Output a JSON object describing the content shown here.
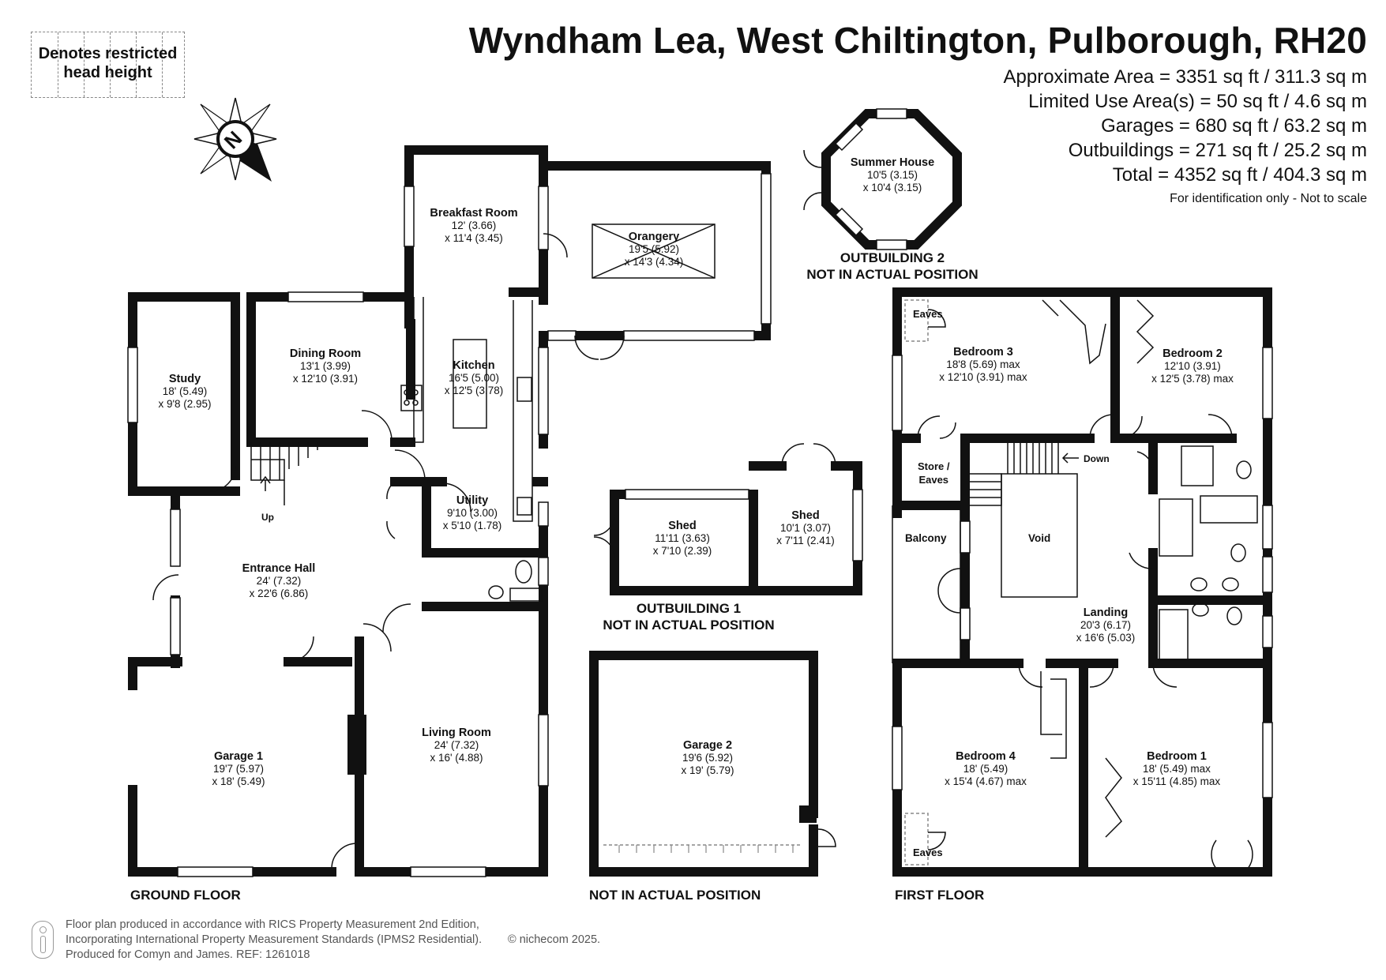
{
  "title": "Wyndham Lea, West Chiltington, Pulborough, RH20",
  "areas": {
    "approximate": "Approximate Area = 3351 sq ft / 311.3 sq m",
    "limited": "Limited Use Area(s) = 50 sq ft / 4.6 sq m",
    "garages": "Garages = 680 sq ft / 63.2 sq m",
    "outbuildings": "Outbuildings = 271 sq ft / 25.2 sq m",
    "total": "Total = 4352 sq ft / 404.3 sq m",
    "note": "For identification only - Not to scale"
  },
  "legend": {
    "line1": "Denotes restricted",
    "line2": "head height"
  },
  "compass": {
    "letter": "N",
    "icon": "compass-icon"
  },
  "sections": {
    "ground_floor": "GROUND FLOOR",
    "not_actual": "NOT IN ACTUAL POSITION",
    "first_floor": "FIRST FLOOR",
    "outbuilding1_l1": "OUTBUILDING 1",
    "outbuilding1_l2": "NOT IN ACTUAL POSITION",
    "outbuilding2_l1": "OUTBUILDING 2",
    "outbuilding2_l2": "NOT IN ACTUAL POSITION"
  },
  "rooms": {
    "breakfast": {
      "name": "Breakfast Room",
      "d1": "12' (3.66)",
      "d2": "x 11'4 (3.45)"
    },
    "orangery": {
      "name": "Orangery",
      "d1": "19'5 (5.92)",
      "d2": "x 14'3 (4.34)"
    },
    "dining": {
      "name": "Dining Room",
      "d1": "13'1 (3.99)",
      "d2": "x 12'10 (3.91)"
    },
    "kitchen": {
      "name": "Kitchen",
      "d1": "16'5 (5.00)",
      "d2": "x 12'5 (3.78)"
    },
    "study": {
      "name": "Study",
      "d1": "18' (5.49)",
      "d2": "x 9'8 (2.95)"
    },
    "utility": {
      "name": "Utility",
      "d1": "9'10 (3.00)",
      "d2": "x 5'10 (1.78)"
    },
    "entrance": {
      "name": "Entrance Hall",
      "d1": "24' (7.32)",
      "d2": "x 22'6 (6.86)"
    },
    "garage1": {
      "name": "Garage 1",
      "d1": "19'7 (5.97)",
      "d2": "x 18' (5.49)"
    },
    "living": {
      "name": "Living Room",
      "d1": "24' (7.32)",
      "d2": "x 16' (4.88)"
    },
    "garage2": {
      "name": "Garage 2",
      "d1": "19'6 (5.92)",
      "d2": "x 19' (5.79)"
    },
    "shed1": {
      "name": "Shed",
      "d1": "11'11 (3.63)",
      "d2": "x 7'10 (2.39)"
    },
    "shed2": {
      "name": "Shed",
      "d1": "10'1 (3.07)",
      "d2": "x 7'11 (2.41)"
    },
    "summer": {
      "name": "Summer House",
      "d1": "10'5 (3.15)",
      "d2": "x 10'4 (3.15)"
    },
    "bedroom3": {
      "name": "Bedroom 3",
      "d1": "18'8 (5.69) max",
      "d2": "x 12'10 (3.91) max"
    },
    "bedroom2": {
      "name": "Bedroom 2",
      "d1": "12'10 (3.91)",
      "d2": "x 12'5 (3.78) max"
    },
    "landing": {
      "name": "Landing",
      "d1": "20'3 (6.17)",
      "d2": "x 16'6 (5.03)"
    },
    "bedroom4": {
      "name": "Bedroom 4",
      "d1": "18' (5.49)",
      "d2": "x 15'4 (4.67) max"
    },
    "bedroom1": {
      "name": "Bedroom 1",
      "d1": "18' (5.49) max",
      "d2": "x 15'11 (4.85) max"
    }
  },
  "labels": {
    "up": "Up",
    "down": "Down",
    "void": "Void",
    "balcony": "Balcony",
    "store": "Store /",
    "store2": "Eaves",
    "eaves_top": "Eaves",
    "eaves_bottom": "Eaves"
  },
  "footer": {
    "line1": "Floor plan produced in accordance with RICS Property Measurement 2nd Edition,",
    "line2": "Incorporating International Property Measurement Standards (IPMS2 Residential).",
    "line3": "Produced for Comyn and James.   REF:  1261018",
    "copyright": "© nichecom 2025."
  },
  "colors": {
    "wall": "#111111",
    "text": "#111111",
    "dash": "#8c8c8c"
  }
}
